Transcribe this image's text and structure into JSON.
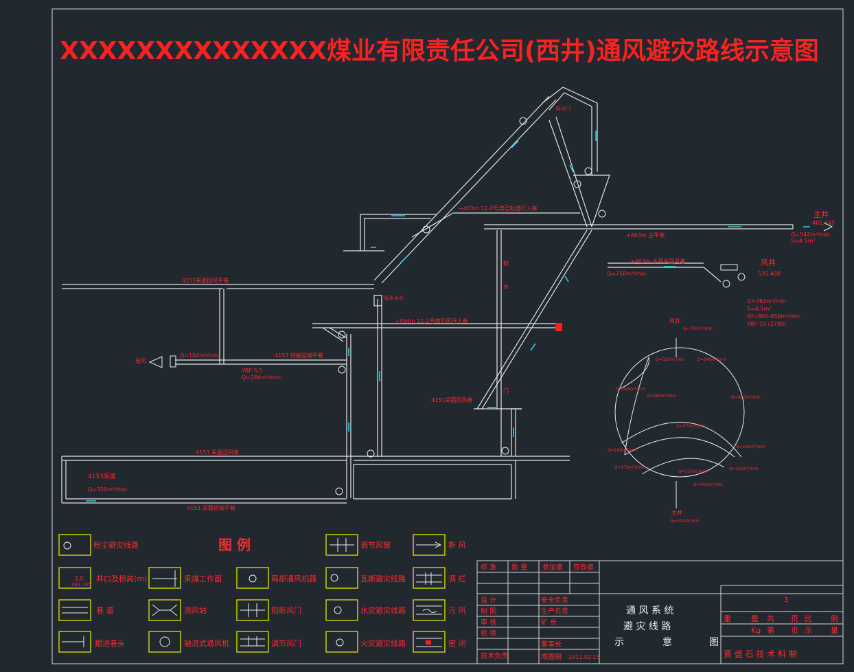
{
  "title": "XXXXXXXXXXXXXX煤业有限责任公司(西井)通风避灾路线示意图",
  "map_labels": {
    "main_shaft": "主井",
    "main_shaft_elev": "481.745",
    "main_shaft_q": "Q=542m³/min",
    "main_shaft_s": "S=4.5m²",
    "air_shaft": "风井",
    "air_shaft_elev": "535.408",
    "fan_q": "Q=763m³/min",
    "fan_s": "S=4.5m²",
    "fan_qf": "Qf=800-950m³/min",
    "fan_model": "YBF-10 (2790)",
    "main_level": "+463m 主平巷",
    "water_level": "+463m 水平总回风巷",
    "water_q": "Q=750m³/min",
    "pedestrian_upper": "+463m 12-2号煤层轨道行人巷",
    "pedestrian_lower": "+454m 12-2号煤回风行人巷",
    "return_4153_upper": "4153采面回风平巷",
    "return_4153": "4153 采面回风巷",
    "face_4153": "4153采面",
    "face_4153_q": "Q=320m³/min",
    "transport_4153": "4153 采面运输平巷",
    "drift_4153": "4153 综掘运输平巷",
    "q_164": "Q=164m³/min",
    "ybf": "YBF-5.5",
    "q_284": "Q=284m³/min",
    "return_4151": "4151采面回风巷",
    "fan_exit": "出风",
    "circle_main": "主井",
    "circle_main_q": "Q=542m³/min",
    "circle_air": "风井",
    "circle_air_q": "Q=760m³/min",
    "inclined": "斜",
    "water_gate": "水",
    "door": "门",
    "fire_gate": "防火门",
    "water_tank": "配水水仓"
  },
  "circle_labels": [
    "Q=320m³/min",
    "Q=240m³/min",
    "Q=320m³/min",
    "Q=180m³/min",
    "Q=420m³/min",
    "Q=370m³/min",
    "Q=160m³/min",
    "Q=160m³/min",
    "Q=170m³/min",
    "Q=310m³/min",
    "Q=320m³/min",
    "Q=450m³/min"
  ],
  "legend": {
    "heading": "图 例",
    "items": [
      {
        "label": "粉尘避灾线路"
      },
      {
        "label": "井口及标高(m)",
        "sub1": "主井",
        "sub2": "481.745"
      },
      {
        "label": "巷 道"
      },
      {
        "label": "掘进巷头"
      },
      {
        "label": "采煤工作面"
      },
      {
        "label": "测风站"
      },
      {
        "label": "轴流式通风机"
      },
      {
        "label": "局部通风机器"
      },
      {
        "label": "阻断风门"
      },
      {
        "label": "调节风门"
      },
      {
        "label": "调节风窗"
      },
      {
        "label": "瓦斯避灾线路"
      },
      {
        "label": "水灾避灾线路"
      },
      {
        "label": "火灾避灾线路"
      },
      {
        "label": "新 风"
      },
      {
        "label": "调 栏"
      },
      {
        "label": "污 风"
      },
      {
        "label": "密 闭"
      }
    ]
  },
  "titleblock": {
    "rev_headers": [
      "标 准",
      "数 量",
      "参加者",
      "签改者"
    ],
    "roles": [
      "设 计",
      "制 图",
      "审 核",
      "机 缘",
      "技术负责"
    ],
    "roles2": [
      "安全负责",
      "生产负责",
      "矿 长",
      "董事长",
      "成图期"
    ],
    "date": "2011.02.15",
    "drawing_name_1": "通 风 系 统",
    "drawing_name_2": "避 灾 线 路",
    "drawing_name_3a": "示",
    "drawing_name_3b": "意",
    "drawing_name_3c": "图",
    "sheet_no": "3",
    "meta_row1": [
      "重",
      "量",
      "共",
      "页",
      "比",
      "例"
    ],
    "meta_row2": [
      "Kg",
      "第",
      "页",
      "示",
      "量"
    ],
    "company": "晋 盛 石 技 术 科 制"
  }
}
